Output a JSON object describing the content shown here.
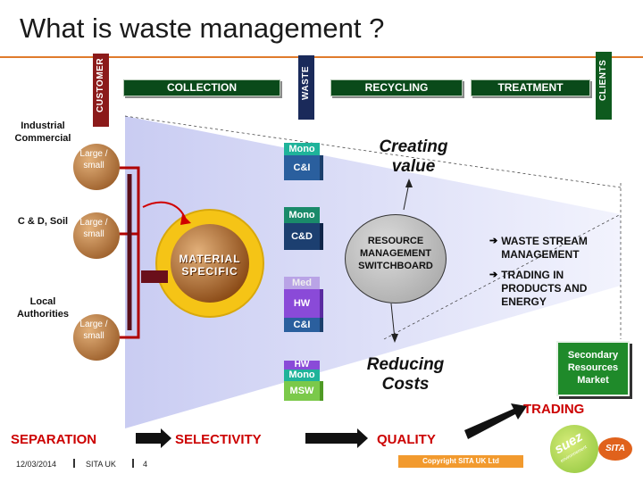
{
  "title": "What is waste management ?",
  "stages": {
    "collection": "COLLECTION",
    "recycling": "RECYCLING",
    "treatment": "TREATMENT"
  },
  "ribbons": {
    "customer": "CUSTOMER",
    "waste": "WASTE",
    "clients": "CLIENTS"
  },
  "sources": [
    {
      "label": "Industrial Commercial",
      "circle": "Large / small"
    },
    {
      "label": "C & D, Soil",
      "circle": "Large / small"
    },
    {
      "label": "Local Authorities",
      "circle": "Large / small"
    }
  ],
  "material_specific": "MATERIAL SPECIFIC",
  "boxes": {
    "mono1": "Mono",
    "ci1": "C&I",
    "mono2": "Mono",
    "cd": "C&D",
    "med": "Med",
    "hw1": "HW",
    "ci2": "C&I",
    "hw2": "HW",
    "mono3": "Mono",
    "msw": "MSW"
  },
  "switchboard": "RESOURCE MANAGEMENT SWITCHBOARD",
  "creating_value": "Creating value",
  "reducing_costs": "Reducing Costs",
  "bullets": [
    "WASTE STREAM MANAGEMENT",
    "TRADING IN PRODUCTS AND ENERGY"
  ],
  "secondary_market": "Secondary Resources Market",
  "trading": "TRADING",
  "flow": [
    "SEPARATION",
    "SELECTIVITY",
    "QUALITY"
  ],
  "footer": {
    "date": "12/03/2014",
    "org": "SITA UK",
    "page": "4",
    "copyright": "Copyright SITA UK Ltd"
  },
  "logos": {
    "suez": "suez",
    "suez_sub": "environnement",
    "sita": "SITA"
  },
  "colors": {
    "accent": "#e07b2c",
    "stage_green": "#0a4a1a",
    "ribbon_red": "#8b1a1a",
    "ribbon_blue": "#1a2a5a",
    "ribbon_green": "#0e5a1e"
  }
}
